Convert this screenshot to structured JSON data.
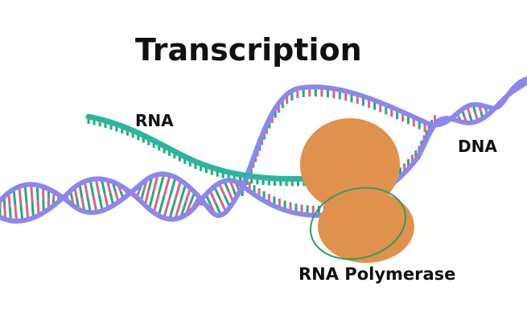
{
  "title": "Transcription",
  "labels": {
    "rna": "RNA",
    "dna": "DNA",
    "polymerase": "RNA Polymerase"
  },
  "colors": {
    "dna_backbone": "#8c86f0",
    "rna_strand": "#2bb5a0",
    "base_green": "#1fae7a",
    "base_pink": "#e0608a",
    "polymerase": "#e0914b",
    "polymerase_outline": "#2e9e5a"
  }
}
